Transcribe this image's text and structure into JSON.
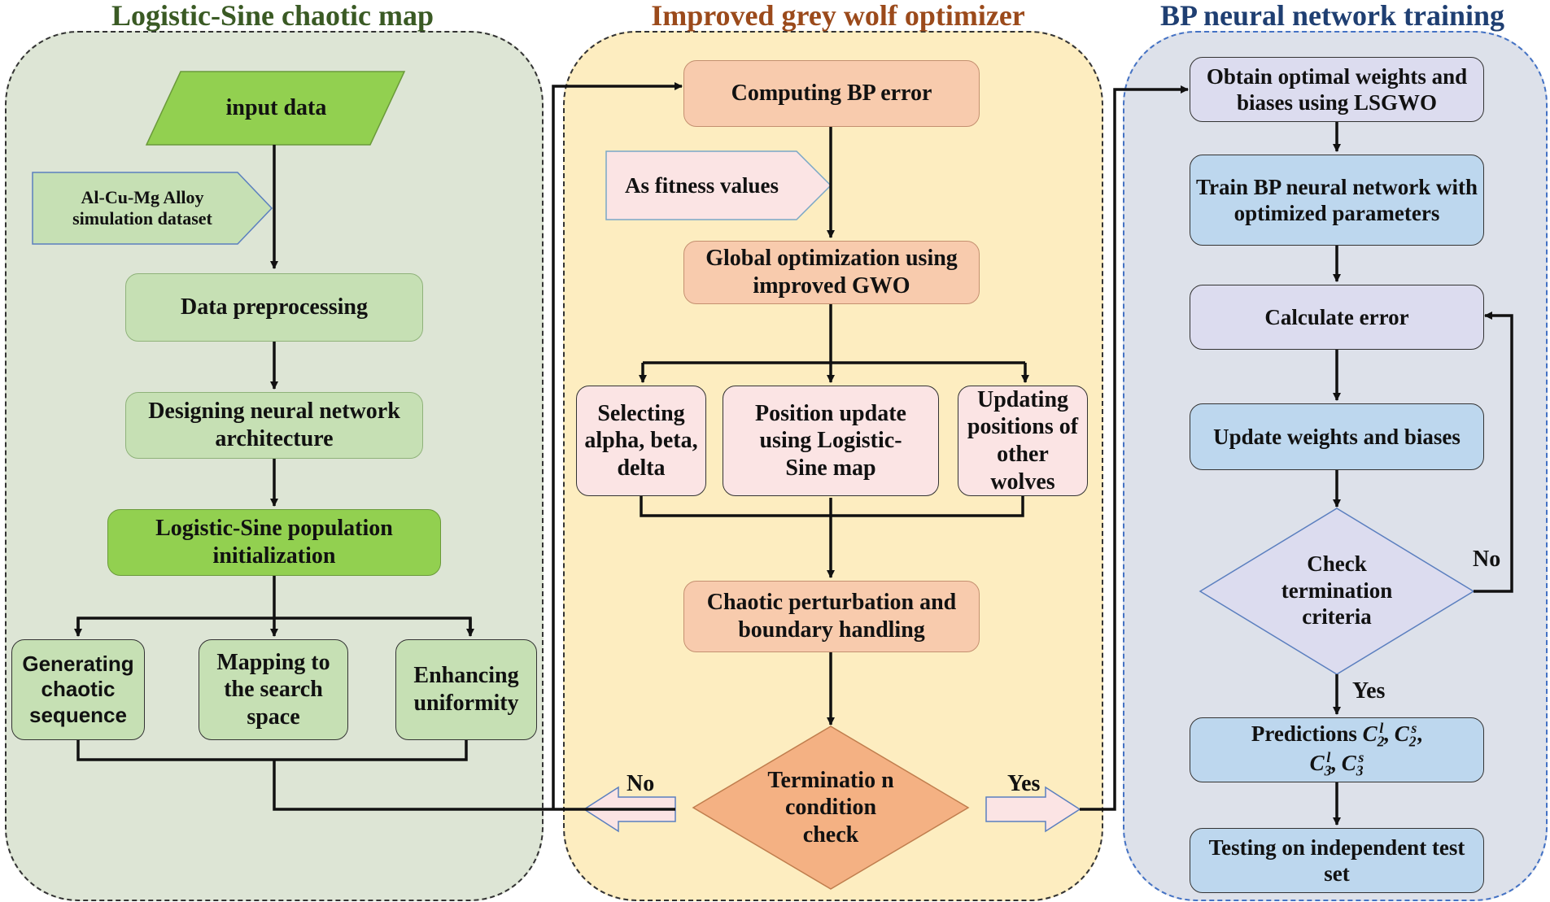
{
  "panels": {
    "left": {
      "title": "Logistic-Sine chaotic map",
      "title_color": "#3a5a24"
    },
    "middle": {
      "title": "Improved grey wolf optimizer",
      "title_color": "#9b4a1b"
    },
    "right": {
      "title": "BP neural network training",
      "title_color": "#1f3f72"
    }
  },
  "left": {
    "input": "input data",
    "dataset": "Al-Cu-Mg Alloy simulation dataset",
    "preprocess": "Data preprocessing",
    "design": "Designing neural network architecture",
    "init": "Logistic-Sine population initialization",
    "gen": "Generating chaotic sequence",
    "mapping": "Mapping to the search space",
    "enhance": "Enhancing uniformity"
  },
  "middle": {
    "bp_error": "Computing BP error",
    "fitness": "As fitness values",
    "global": "Global optimization using improved GWO",
    "select": "Selecting alpha, beta, delta",
    "position": "Position update using Logistic-Sine map",
    "updating": "Updating positions of other wolves",
    "chaotic": "Chaotic perturbation and boundary handling",
    "termination": "Terminatio n condition check",
    "no": "No",
    "yes": "Yes"
  },
  "right": {
    "obtain": "Obtain optimal weights and biases using LSGWO",
    "train": "Train BP neural network with optimized parameters",
    "calc": "Calculate error",
    "update": "Update weights and biases",
    "check": "Check termination criteria",
    "no": "No",
    "yes": "Yes",
    "pred_label": "Predictions",
    "c": "C",
    "sub2": "2",
    "sub3": "3",
    "sup_l": "l",
    "sup_s": "s",
    "comma": ",",
    "test": "Testing on independent test set"
  },
  "colors": {
    "left_bg": "#dde5d5",
    "middle_bg": "#fdedc0",
    "right_bg": "#dde1ea",
    "green_light": "#c6e0b4",
    "green_dark": "#92d050",
    "orange": "#f8cbad",
    "pink": "#fbe4e4",
    "lavender": "#dcdcef",
    "blue": "#bdd7ee",
    "diamond_orange": "#f4b183"
  }
}
